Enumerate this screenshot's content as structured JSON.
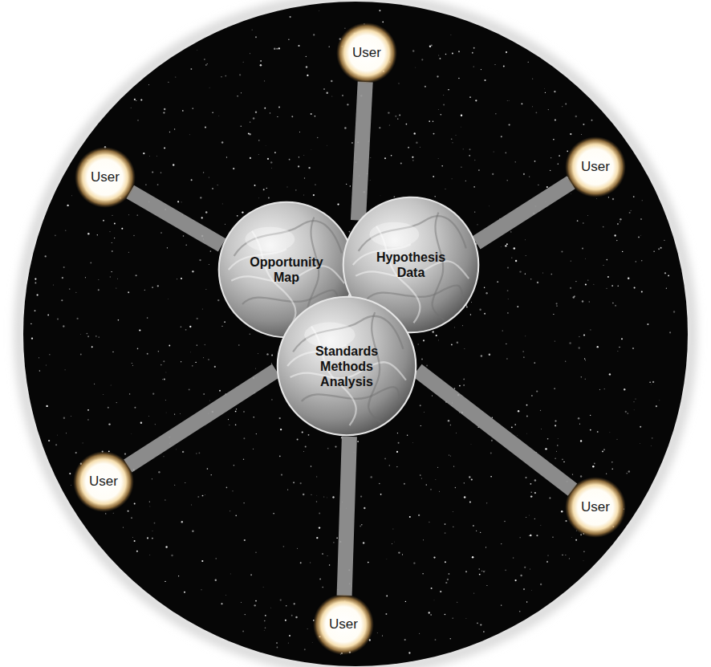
{
  "diagram": {
    "nodes": [
      {
        "text": [
          "User"
        ]
      },
      {
        "text": [
          "User"
        ]
      },
      {
        "text": [
          "User"
        ]
      },
      {
        "text": [
          "Opportunity Map"
        ]
      },
      {
        "text": [
          "Hypothesis Data"
        ]
      },
      {
        "text": [
          "Standards Methods Analysis"
        ]
      },
      {
        "text": [
          "User"
        ]
      },
      {
        "text": [
          "User"
        ]
      },
      {
        "text": [
          "User"
        ]
      }
    ],
    "edges": [
      {
        "from": 0,
        "to": 4,
        "arrow": "none"
      },
      {
        "from": 1,
        "to": 3,
        "arrow": "none"
      },
      {
        "from": 2,
        "to": 4,
        "arrow": "none"
      },
      {
        "from": 6,
        "to": 5,
        "arrow": "none"
      },
      {
        "from": 7,
        "to": 5,
        "arrow": "none"
      },
      {
        "from": 8,
        "to": 5,
        "arrow": "none"
      }
    ]
  }
}
